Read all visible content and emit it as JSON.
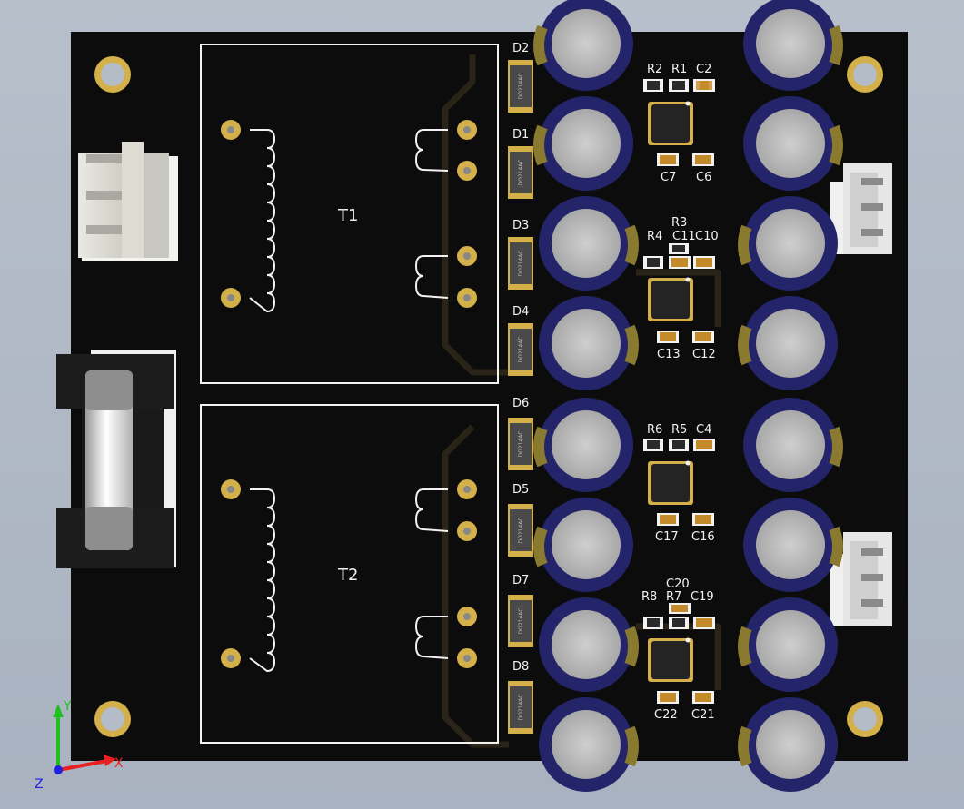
{
  "board": {
    "transformers": [
      {
        "ref": "T1"
      },
      {
        "ref": "T2"
      }
    ],
    "diodes": [
      {
        "ref": "D2",
        "marking": "DO214AC"
      },
      {
        "ref": "D1",
        "marking": "DO214AC"
      },
      {
        "ref": "D3",
        "marking": "DO214AC"
      },
      {
        "ref": "D4",
        "marking": "DO214AC"
      },
      {
        "ref": "D6",
        "marking": "DO214AC"
      },
      {
        "ref": "D5",
        "marking": "DO214AC"
      },
      {
        "ref": "D7",
        "marking": "DO214AC"
      },
      {
        "ref": "D8",
        "marking": "DO214AC"
      }
    ],
    "passives": [
      {
        "ref": "R2"
      },
      {
        "ref": "R1"
      },
      {
        "ref": "C2"
      },
      {
        "ref": "C7"
      },
      {
        "ref": "C6"
      },
      {
        "ref": "R3"
      },
      {
        "ref": "R4"
      },
      {
        "ref": "C11"
      },
      {
        "ref": "C10"
      },
      {
        "ref": "C13"
      },
      {
        "ref": "C12"
      },
      {
        "ref": "R6"
      },
      {
        "ref": "R5"
      },
      {
        "ref": "C4"
      },
      {
        "ref": "C17"
      },
      {
        "ref": "C16"
      },
      {
        "ref": "C20"
      },
      {
        "ref": "R8"
      },
      {
        "ref": "R7"
      },
      {
        "ref": "C19"
      },
      {
        "ref": "C22"
      },
      {
        "ref": "C21"
      }
    ]
  },
  "axes": {
    "x": "X",
    "y": "Y",
    "z": "Z"
  },
  "colors": {
    "board": "#0c0c0c",
    "silkscreen": "#f2f2f2",
    "pad_gold": "#d4b04a",
    "capacitor": "#24246b",
    "capacitor_stripe": "#8a7a30",
    "axis_x": "#e82020",
    "axis_y": "#20c020",
    "axis_z": "#2020e0"
  }
}
